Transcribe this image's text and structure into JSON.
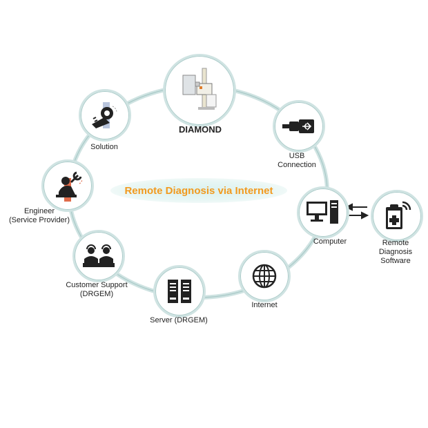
{
  "title": "Remote Diagnosis via Internet",
  "nodes": {
    "diamond": "DIAMOND",
    "usb": "USB\nConnection",
    "computer": "Computer",
    "software": "Remote\nDiagnosis\nSoftware",
    "internet": "Internet",
    "server": "Server (DRGEM)",
    "support": "Customer Support\n(DRGEM)",
    "engineer": "Engineer\n(Service Provider)",
    "solution": "Solution"
  },
  "colors": {
    "ring": "#a9cac8",
    "accent": "#f29a1f",
    "icon": "#222222",
    "orange_block": "#e06b4a"
  }
}
